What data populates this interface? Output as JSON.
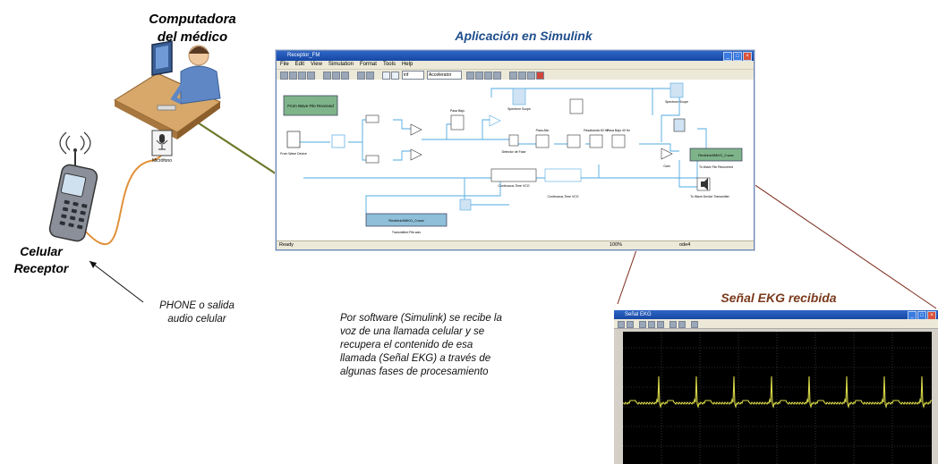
{
  "labels": {
    "doctor_computer_line1": "Computadora",
    "doctor_computer_line2": "del médico",
    "app_title": "Aplicación en Simulink",
    "cell_receiver_line1": "Celular",
    "cell_receiver_line2": "Receptor",
    "ekg_title": "Señal EKG recibida",
    "microphone_caption": "Micrófono"
  },
  "notes": {
    "phone_line1": "PHONE o salida",
    "phone_line2": "audio celular",
    "software_lines": [
      "Por software (Simulink) se recibe la",
      "voz de una llamada celular y se",
      "recupera el contenido de esa",
      "llamada (Señal EKG) a través de",
      "algunas fases de procesamiento"
    ]
  },
  "simulink": {
    "window_title": "Receptor_FM",
    "menu": [
      "File",
      "Edit",
      "View",
      "Simulation",
      "Format",
      "Tools",
      "Help"
    ],
    "stop_time": "inf",
    "solver_mode": "Accelerator",
    "status_left": "Ready",
    "status_zoom": "100%",
    "status_solver": "ode4",
    "blocks": {
      "from_wave_file": "From Wave File",
      "mic_source": "From Wave Device",
      "received_file": "From Wave File Received",
      "output_file": "Recibido0MKG_0.wav",
      "output_caption": "To Wave File Recovered",
      "transmitted_file": "Recibido0MKG_0.wav",
      "transmitted_caption": "Transmitted File.wav",
      "speaker_caption": "To Wave Device Transmitter",
      "vco1": "Continuous-Time VCO",
      "vco2": "Continuous-Time VCO",
      "detector": "Detector de Fase",
      "gain": "Gain",
      "scope1": "Spectrum Scope",
      "scope2": "Spectrum Scope",
      "filter_bp": "Pasa Bajo",
      "filter_hp": "Pasa Alto",
      "filter_notch": "Pasabanda 60 Hz",
      "filter_lp": "Pasa Bajo 40 Hz"
    }
  },
  "scope": {
    "window_title": "Señal EKG"
  },
  "colors": {
    "app_title": "#1f4e8c",
    "ekg_title": "#7a3a1c",
    "simulink_block_green": "#7fb48a",
    "simulink_line_blue": "#4fa8e0",
    "ekg_trace": "#d8d84a",
    "arrow_olive": "#6b7a2a",
    "cable_orange": "#e0913a"
  }
}
